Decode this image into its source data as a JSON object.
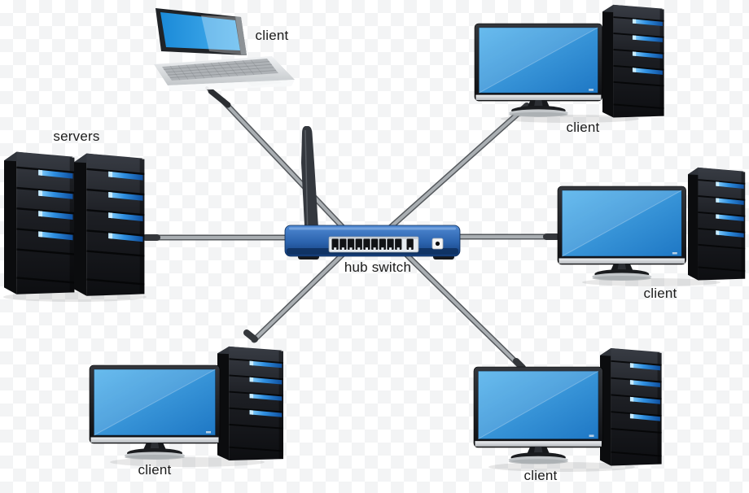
{
  "diagram": {
    "type": "network-topology",
    "nodes": {
      "servers": {
        "label": "servers",
        "kind": "server-rack",
        "count": 2
      },
      "hub": {
        "label": "hub switch",
        "kind": "hub-switch",
        "ports": 10
      },
      "laptop_client": {
        "label": "client",
        "kind": "laptop"
      },
      "client_top_right": {
        "label": "client",
        "kind": "desktop"
      },
      "client_right": {
        "label": "client",
        "kind": "desktop"
      },
      "client_bottom_left": {
        "label": "client",
        "kind": "desktop"
      },
      "client_bottom_right": {
        "label": "client",
        "kind": "desktop"
      }
    },
    "edges": [
      {
        "from": "servers",
        "to": "hub"
      },
      {
        "from": "laptop_client",
        "to": "hub"
      },
      {
        "from": "client_top_right",
        "to": "hub"
      },
      {
        "from": "client_right",
        "to": "hub"
      },
      {
        "from": "client_bottom_left",
        "to": "hub"
      },
      {
        "from": "client_bottom_right",
        "to": "hub"
      }
    ],
    "colors": {
      "screen_blue_light": "#52b2ec",
      "screen_blue_dark": "#1e77c4",
      "hub_blue_top": "#5089d2",
      "hub_blue_bottom": "#143e7b",
      "led_strip_blue": "#2f8fe0",
      "cable_gray": "#a9aeb2",
      "tower_black": "#17191d",
      "checker_light": "#ffffff",
      "checker_dark": "#f3f4f5",
      "label_text": "#1b1b1b"
    }
  }
}
